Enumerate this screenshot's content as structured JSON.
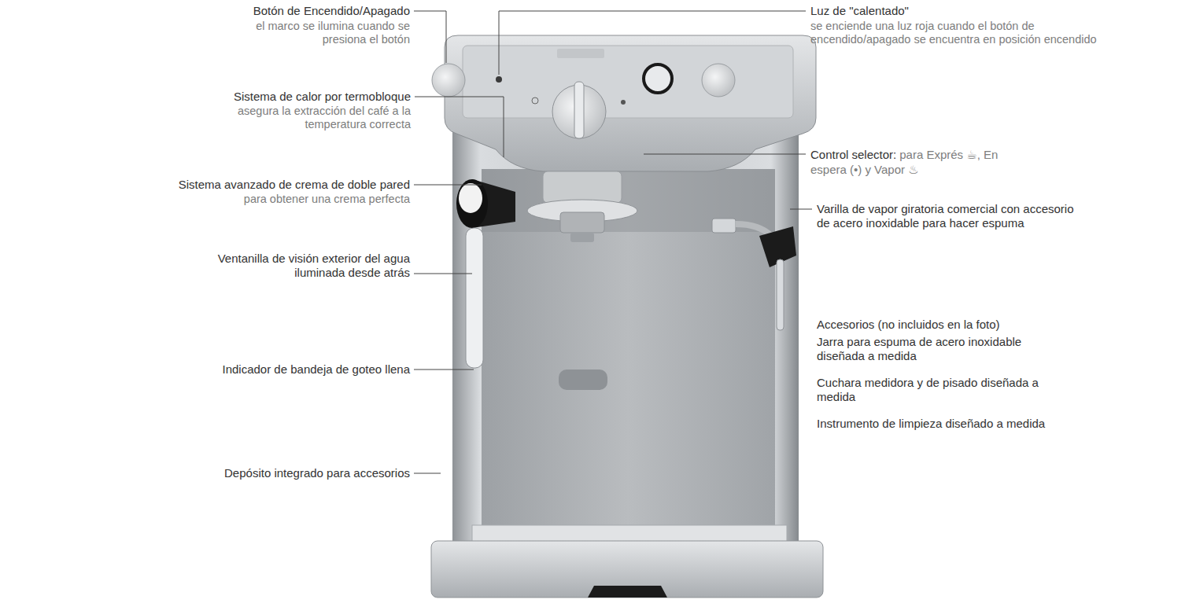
{
  "diagram": {
    "labels": [
      "Botón de Encendido/Apagado",
      "el marco se ilumina cuando se presiona el botón",
      "Sistema de calor por termobloque",
      "asegura la extracción del café a la temperatura correcta",
      "Sistema avanzado de crema de doble pared",
      "para obtener una crema perfecta",
      "Ventanilla de visión exterior del agua iluminada desde atrás",
      "Indicador de bandeja de goteo llena",
      "Depósito integrado para accesorios",
      "Luz de \"calentado\"",
      "se enciende una luz roja cuando el botón de encendido/apagado se encuentra en posición encendido",
      "Control selector:",
      "para Exprés ☕, En espera (•) y Vapor ♨",
      "Varilla de vapor giratoria comercial con accesorio de acero inoxidable para hacer espuma",
      "Accesorios (no incluidos en la foto)",
      "Jarra para espuma de acero inoxidable diseñada a medida",
      "Cuchara medidora y de pisado diseñada a medida",
      "Instrumento de limpieza diseñado a medida"
    ]
  }
}
